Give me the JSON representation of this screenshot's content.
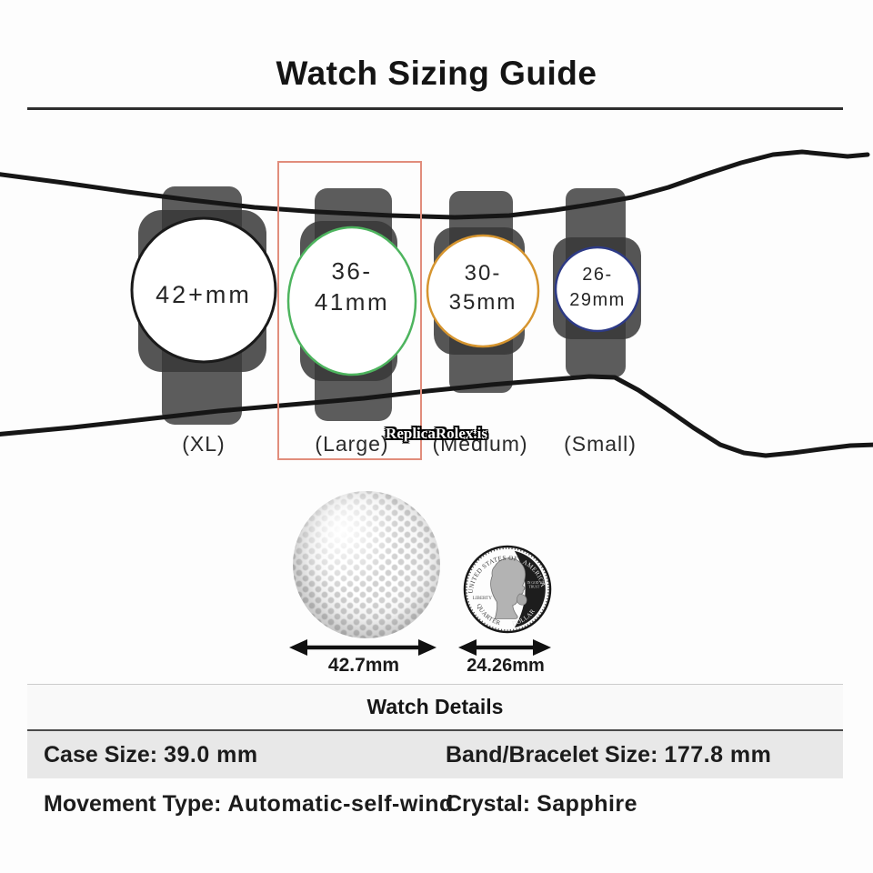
{
  "title": "Watch Sizing Guide",
  "sizing_guide": {
    "watches": [
      {
        "size_line1": "42+mm",
        "size_line2": "",
        "label": "(XL)",
        "ring_color": "#1a1a1a"
      },
      {
        "size_line1": "36-",
        "size_line2": "41mm",
        "label": "(Large)",
        "ring_color": "#4db45e",
        "highlighted": true
      },
      {
        "size_line1": "30-",
        "size_line2": "35mm",
        "label": "(Medium)",
        "ring_color": "#d6952f"
      },
      {
        "size_line1": "26-",
        "size_line2": "29mm",
        "label": "(Small)",
        "ring_color": "#2d3a86"
      }
    ],
    "highlight_box_color": "#e18d7c",
    "watermark": "ReplicaRolex.is"
  },
  "size_comparison": {
    "golf_ball_diameter": "42.7mm",
    "coin_diameter": "24.26mm",
    "coin_text": {
      "top_left": "UNITED STATES OF",
      "top_right": "AMERICA",
      "left": "LIBERTY",
      "right_line1": "IN GOD WE",
      "right_line2": "TRUST",
      "bottom_left": "QUARTER",
      "bottom_right": "DOLLAR"
    }
  },
  "watch_details": {
    "heading": "Watch Details",
    "case_size_label": "Case Size:",
    "case_size_value": "39.0 mm",
    "band_label": "Band/Bracelet Size:",
    "band_value": "177.8 mm",
    "movement_label": "Movement Type:",
    "movement_value": "Automatic-self-wind",
    "crystal_label": "Crystal:",
    "crystal_value": "Sapphire"
  }
}
